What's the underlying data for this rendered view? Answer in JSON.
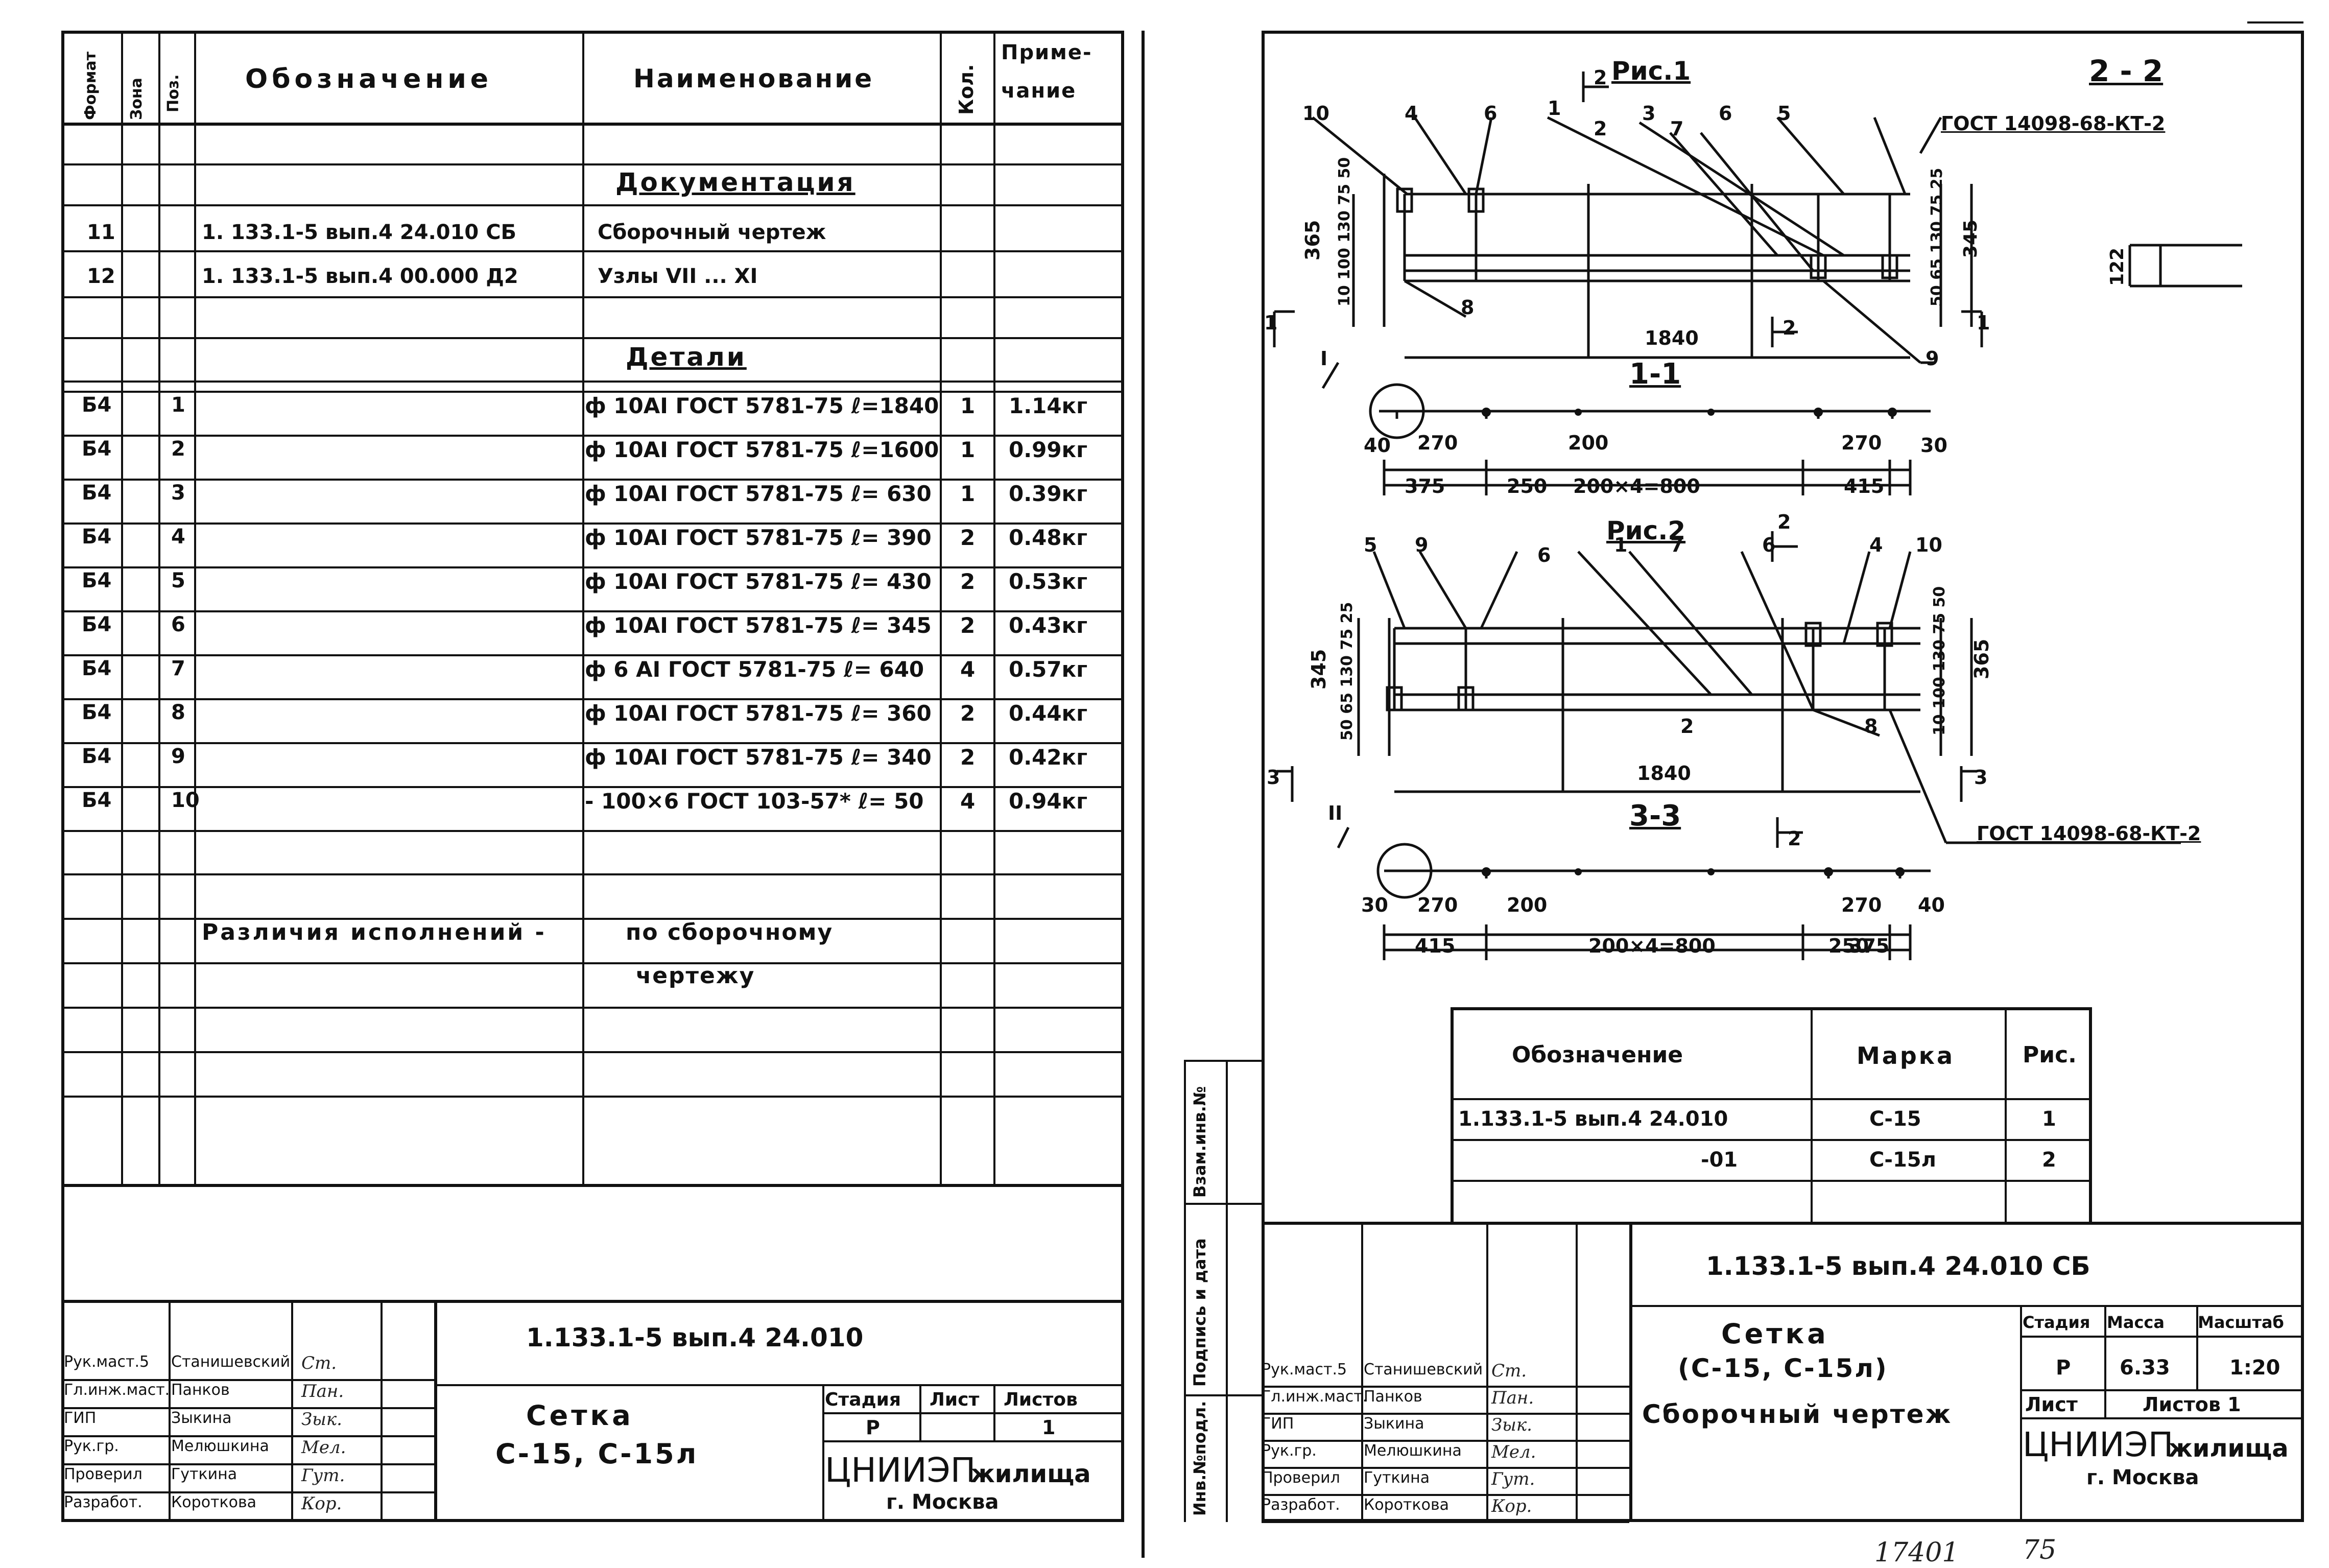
{
  "spec": {
    "headers": {
      "format": "Формат",
      "zone": "Зона",
      "pos": "Поз.",
      "designation": "Обозначение",
      "name": "Наименование",
      "qty": "Кол.",
      "note1": "Приме-",
      "note2": "чание"
    },
    "sections": {
      "documentation": "Документация",
      "details": "Детали"
    },
    "doc_rows": [
      {
        "fmt": "11",
        "designation": "1. 133.1-5 вып.4 24.010 СБ",
        "name": "Сборочный чертеж"
      },
      {
        "fmt": "12",
        "designation": "1. 133.1-5 вып.4 00.000 Д2",
        "name": "Узлы VII ... XI"
      }
    ],
    "detail_rows": [
      {
        "fmt": "Б4",
        "pos": "1",
        "name": "ф 10AI ГОСТ 5781-75 ℓ=1840",
        "qty": "1",
        "note": "1.14кг"
      },
      {
        "fmt": "Б4",
        "pos": "2",
        "name": "ф 10AI ГОСТ 5781-75 ℓ=1600",
        "qty": "1",
        "note": "0.99кг"
      },
      {
        "fmt": "Б4",
        "pos": "3",
        "name": "ф 10AI ГОСТ 5781-75 ℓ= 630",
        "qty": "1",
        "note": "0.39кг"
      },
      {
        "fmt": "Б4",
        "pos": "4",
        "name": "ф 10AI ГОСТ 5781-75 ℓ= 390",
        "qty": "2",
        "note": "0.48кг"
      },
      {
        "fmt": "Б4",
        "pos": "5",
        "name": "ф 10AI ГОСТ 5781-75 ℓ= 430",
        "qty": "2",
        "note": "0.53кг"
      },
      {
        "fmt": "Б4",
        "pos": "6",
        "name": "ф 10AI ГОСТ 5781-75 ℓ= 345",
        "qty": "2",
        "note": "0.43кг"
      },
      {
        "fmt": "Б4",
        "pos": "7",
        "name": "ф 6 AI ГОСТ 5781-75 ℓ= 640",
        "qty": "4",
        "note": "0.57кг"
      },
      {
        "fmt": "Б4",
        "pos": "8",
        "name": "ф 10AI ГОСТ 5781-75 ℓ= 360",
        "qty": "2",
        "note": "0.44кг"
      },
      {
        "fmt": "Б4",
        "pos": "9",
        "name": "ф 10AI ГОСТ 5781-75 ℓ= 340",
        "qty": "2",
        "note": "0.42кг"
      },
      {
        "fmt": "Б4",
        "pos": "10",
        "name": "- 100×6 ГОСТ 103-57* ℓ= 50",
        "qty": "4",
        "note": "0.94кг"
      }
    ],
    "variants_label": "Различия исполнений -",
    "variants_value1": "по сборочному",
    "variants_value2": "чертежу"
  },
  "left_title": {
    "doc_number": "1.133.1-5 вып.4 24.010",
    "title1": "Сетка",
    "title2": "С-15, С-15л",
    "stage_h": "Стадия",
    "sheet_h": "Лист",
    "sheets_h": "Листов",
    "stage": "Р",
    "sheet": "",
    "sheets": "1",
    "org1": "ЦНИИЭП",
    "org2": "жилища",
    "city": "г. Москва",
    "people": [
      {
        "role": "Рук.маст.5",
        "name": "Станишевский",
        "sig": "Ст."
      },
      {
        "role": "Гл.инж.маст.",
        "name": "Панков",
        "sig": "Пан."
      },
      {
        "role": "ГИП",
        "name": "Зыкина",
        "sig": "Зык."
      },
      {
        "role": "Рук.гр.",
        "name": "Мелюшкина",
        "sig": "Мел."
      },
      {
        "role": "Проверил",
        "name": "Гуткина",
        "sig": "Гут."
      },
      {
        "role": "Разработ.",
        "name": "Короткова",
        "sig": "Кор."
      }
    ]
  },
  "drawing": {
    "fig1": "Рис.1",
    "fig2": "Рис.2",
    "sec22": "2 - 2",
    "sec11": "1-1",
    "sec33": "3-3",
    "gost": "ГОСТ 14098-68-КТ-2",
    "dim1840a": "1840",
    "dim1840b": "1840",
    "d345": "345",
    "d365": "365",
    "d122": "122",
    "stack_left": "10 100 130 75 50",
    "stack_right": "50 65 130 75 25",
    "node_I": "I",
    "node_II": "II",
    "fig1_dims": [
      "40",
      "270",
      "200",
      "270",
      "30",
      "375",
      "250",
      "200×4=800",
      "415"
    ],
    "fig2_dims": [
      "30",
      "270",
      "200",
      "270",
      "40",
      "415",
      "200×4=800",
      "250",
      "375"
    ],
    "fig1_labels": [
      "10",
      "4",
      "6",
      "1",
      "3",
      "2",
      "7",
      "6",
      "5",
      "8",
      "9"
    ],
    "fig2_labels": [
      "5",
      "9",
      "6",
      "1",
      "7",
      "6",
      "4",
      "10",
      "2",
      "8"
    ],
    "sec_marks": [
      "1",
      "1",
      "2",
      "2",
      "3",
      "3",
      "2",
      "2"
    ]
  },
  "mark_table": {
    "h_designation": "Обозначение",
    "h_mark": "Марка",
    "h_fig": "Рис.",
    "rows": [
      {
        "designation": "1.133.1-5 вып.4 24.010",
        "mark": "С-15",
        "fig": "1"
      },
      {
        "designation": "-01",
        "mark": "С-15л",
        "fig": "2"
      }
    ]
  },
  "right_title": {
    "doc_number": "1.133.1-5 вып.4 24.010 СБ",
    "title1": "Сетка",
    "title2": "(С-15, С-15л)",
    "title3": "Сборочный чертеж",
    "stage_h": "Стадия",
    "mass_h": "Масса",
    "scale_h": "Масштаб",
    "stage": "Р",
    "mass": "6.33",
    "scale": "1:20",
    "sheet_h": "Лист",
    "sheets_h": "Листов 1",
    "org1": "ЦНИИЭП",
    "org2": "жилища",
    "city": "г. Москва",
    "people": [
      {
        "role": "Рук.маст.5",
        "name": "Станишевский",
        "sig": "Ст."
      },
      {
        "role": "Гл.инж.маст.",
        "name": "Панков",
        "sig": "Пан."
      },
      {
        "role": "ГИП",
        "name": "Зыкина",
        "sig": "Зык."
      },
      {
        "role": "Рук.гр.",
        "name": "Мелюшкина",
        "sig": "Мел."
      },
      {
        "role": "Проверил",
        "name": "Гуткина",
        "sig": "Гут."
      },
      {
        "role": "Разработ.",
        "name": "Короткова",
        "sig": "Кор."
      }
    ]
  },
  "side_stamp": {
    "inv_orig": "Инв.№подл.",
    "sign_date": "Подпись и дата",
    "inv_dup": "Взам.инв.№"
  },
  "footer": {
    "num1": "17401",
    "num2": "75"
  }
}
